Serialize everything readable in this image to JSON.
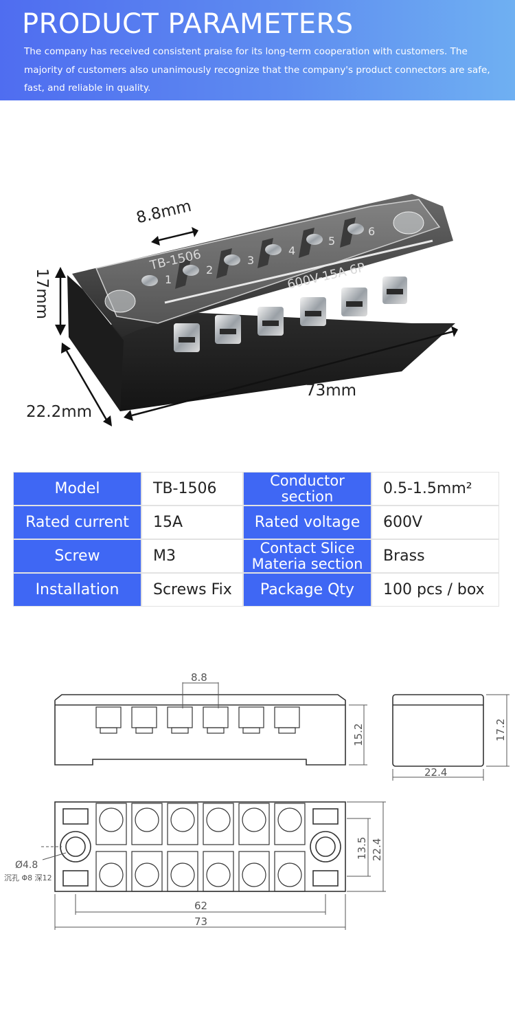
{
  "header": {
    "title": "PRODUCT PARAMETERS",
    "description": "The company has received consistent praise for its long-term cooperation with customers. The majority of customers also unanimously recognize that the company's product connectors are safe, fast, and reliable in quality."
  },
  "product_photo": {
    "body_marking": "TB-1506",
    "rating_marking": "600V-15A 6P",
    "terminal_numbers": [
      "1",
      "2",
      "3",
      "4",
      "5",
      "6"
    ],
    "dimensions": {
      "pitch": "8.8mm",
      "height": "17mm",
      "depth": "22.2mm",
      "length": "73mm"
    }
  },
  "parameters": [
    {
      "label": "Model",
      "value": "TB-1506",
      "label2": "Conductor section",
      "value2": "0.5-1.5mm²"
    },
    {
      "label": "Rated current",
      "value": "15A",
      "label2": "Rated voltage",
      "value2": "600V"
    },
    {
      "label": "Screw",
      "value": "M3",
      "label2": "Contact Slice Materia section",
      "value2": "Brass"
    },
    {
      "label": "Installation",
      "value": "Screws Fix",
      "label2": "Package Qty",
      "value2": "100 pcs / box"
    }
  ],
  "technical_drawing": {
    "front_pitch": "8.8",
    "front_height": "15.2",
    "side_height": "17.2",
    "side_width": "22.4",
    "top_inner_width": "13.5",
    "top_depth": "22.4",
    "hole_dia": "Ø4.8",
    "hole_note": "沉孔 Φ8 深12",
    "mount_pitch": "62",
    "overall_length": "73"
  },
  "colors": {
    "header_gradient_start": "#4f6df0",
    "header_gradient_end": "#6fb0f2",
    "label_cell": "#3f67f4",
    "body_black": "#202020"
  }
}
